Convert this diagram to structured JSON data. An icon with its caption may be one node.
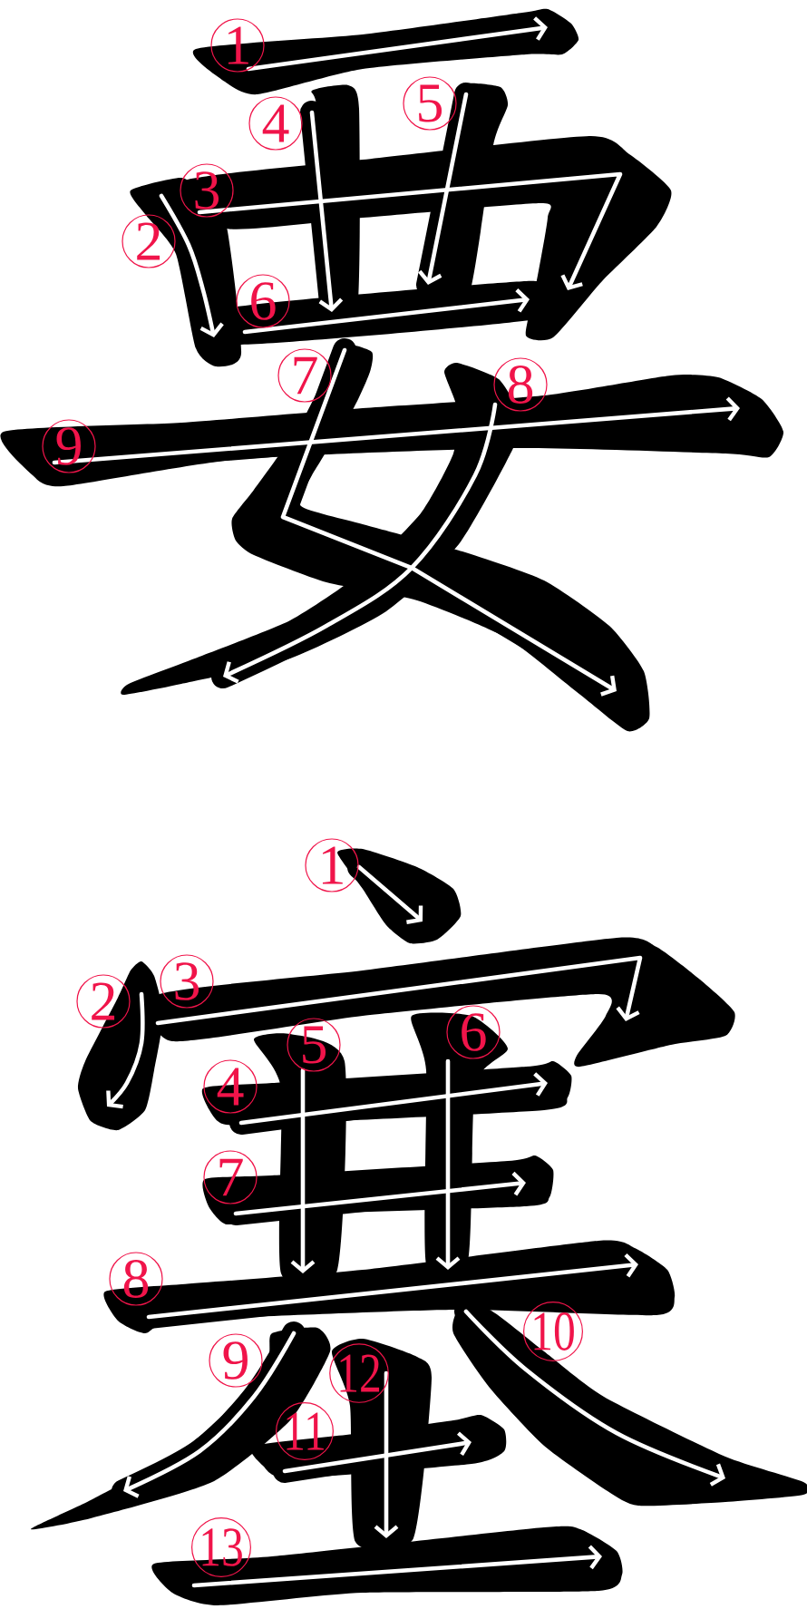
{
  "diagram": {
    "labels": [
      "1",
      "2",
      "3",
      "4",
      "5",
      "6",
      "7",
      "8",
      "9",
      "1",
      "2",
      "3",
      "4",
      "5",
      "6",
      "7",
      "8",
      "9",
      "10",
      "11",
      "12",
      "13"
    ]
  }
}
